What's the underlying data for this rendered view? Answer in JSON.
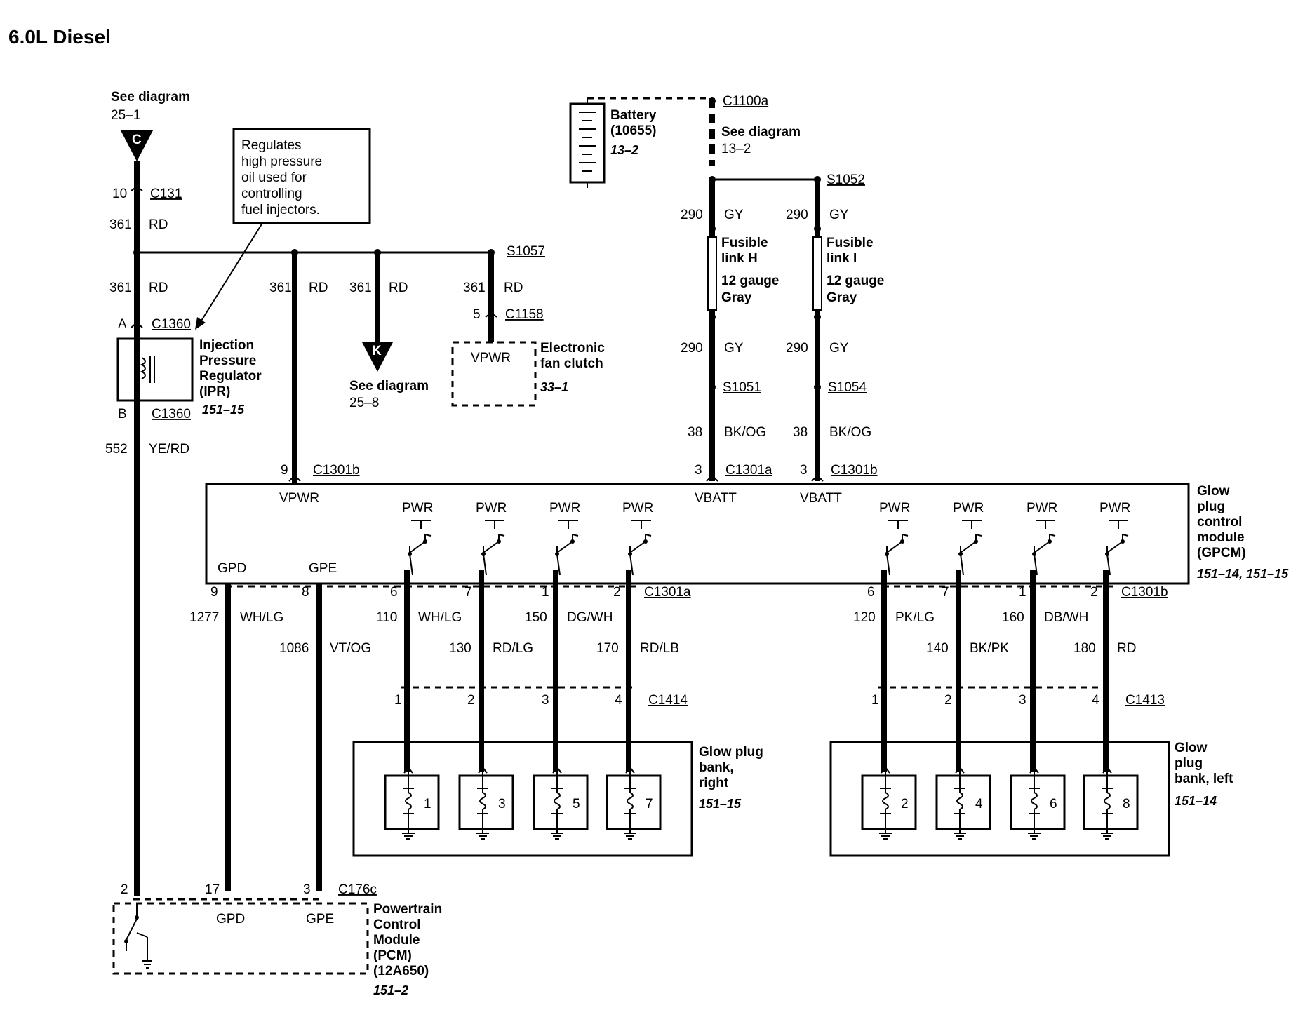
{
  "title": "6.0L Diesel",
  "ref_c": {
    "label": "C",
    "text": "See diagram",
    "page": "25–1"
  },
  "ref_k": {
    "label": "K",
    "text": "See diagram",
    "page": "25–8"
  },
  "note": {
    "lines": [
      "Regulates",
      "high pressure",
      "oil used for",
      "controlling",
      "fuel injectors."
    ]
  },
  "battery": {
    "name": "Battery",
    "part": "(10655)",
    "ref": "13–2"
  },
  "c1100a": {
    "conn": "C1100a",
    "text": "See diagram",
    "ref": "13–2"
  },
  "ipr": {
    "lines": [
      "Injection",
      "Pressure",
      "Regulator",
      "(IPR)"
    ],
    "ref": "151–15",
    "pinA": "A",
    "pinB": "B",
    "conn": "C1360"
  },
  "fan_clutch": {
    "lines": [
      "Electronic",
      "fan clutch"
    ],
    "ref": "33–1",
    "pin_label": "VPWR",
    "conn": "C1158",
    "pin": "5"
  },
  "fusible_h": {
    "lines": [
      "Fusible",
      "link H"
    ],
    "gauge": "12 gauge",
    "color": "Gray"
  },
  "fusible_i": {
    "lines": [
      "Fusible",
      "link I"
    ],
    "gauge": "12 gauge",
    "color": "Gray"
  },
  "splices": {
    "s1057": "S1057",
    "s1052": "S1052",
    "s1051": "S1051",
    "s1054": "S1054"
  },
  "circuits": {
    "c10": "10",
    "c131": "C131",
    "n361": "361",
    "rd": "RD",
    "n552": "552",
    "yerd": "YE/RD",
    "n290": "290",
    "gy": "GY",
    "n38": "38",
    "bkog": "BK/OG",
    "n1277": "1277",
    "whlg": "WH/LG",
    "n1086": "1086",
    "vtog": "VT/OG",
    "n110": "110",
    "n130": "130",
    "rdlg": "RD/LG",
    "n150": "150",
    "dgwh": "DG/WH",
    "n170": "170",
    "rdlb": "RD/LB",
    "n120": "120",
    "pklg": "PK/LG",
    "n140": "140",
    "bkpk": "BK/PK",
    "n160": "160",
    "dbwh": "DB/WH",
    "n180": "180"
  },
  "gpcm": {
    "lines": [
      "Glow",
      "plug",
      "control",
      "module",
      "(GPCM)"
    ],
    "ref": "151–14, 151–15",
    "vpwr": "VPWR",
    "vbatt": "VBATT",
    "pwr": "PWR",
    "gpd": "GPD",
    "gpe": "GPE",
    "c1301a": "C1301a",
    "c1301b": "C1301b"
  },
  "pins": {
    "p1": "1",
    "p2": "2",
    "p3": "3",
    "p4": "4",
    "p5": "5",
    "p6": "6",
    "p7": "7",
    "p8": "8",
    "p9": "9",
    "p17": "17"
  },
  "bank_right": {
    "lines": [
      "Glow plug",
      "bank,",
      "right"
    ],
    "ref": "151–15",
    "conn": "C1414",
    "plugs": [
      "1",
      "3",
      "5",
      "7"
    ]
  },
  "bank_left": {
    "lines": [
      "Glow",
      "plug",
      "bank, left"
    ],
    "ref": "151–14",
    "conn": "C1413",
    "plugs": [
      "2",
      "4",
      "6",
      "8"
    ]
  },
  "pcm": {
    "lines": [
      "Powertrain",
      "Control",
      "Module",
      "(PCM)",
      "(12A650)"
    ],
    "ref": "151–2",
    "conn": "C176c",
    "gpd": "GPD",
    "gpe": "GPE"
  }
}
